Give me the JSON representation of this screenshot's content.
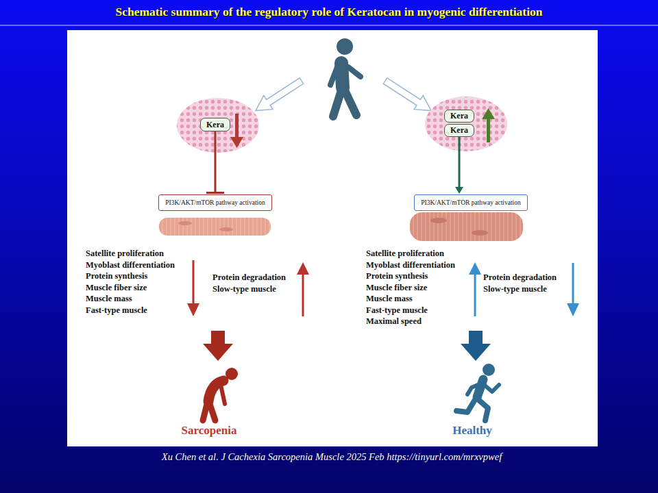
{
  "diagram": {
    "title": "Schematic summary of the regulatory role of Keratocan in myogenic differentiation",
    "caption": "Xu Chen et al. J Cachexia Sarcopenia Muscle 2025 Feb https://tinyurl.com/mrxvpwef",
    "nodes": [
      {
        "text": [
          "Kera"
        ]
      },
      {
        "text": [
          "Kera"
        ]
      },
      {
        "text": [
          "Kera"
        ]
      },
      {
        "text": [
          "PI3K/AKT/mTOR pathway activation"
        ]
      },
      {
        "text": [
          "PI3K/AKT/mTOR pathway activation"
        ]
      }
    ],
    "edges": [
      {
        "from": 0,
        "to": 3,
        "arrow": "to"
      },
      {
        "from": 2,
        "to": 4,
        "arrow": "to"
      }
    ],
    "labels": [
      "Satellite proliferation",
      "Myoblast differentiation",
      "Protein synthesis",
      "Muscle fiber size",
      "Muscle mass",
      "Fast-type muscle",
      "Protein degradation",
      "Slow-type muscle",
      "Sarcopenia",
      "Satellite proliferation",
      "Myoblast differentiation",
      "Protein synthesis",
      "Muscle fiber size",
      "Muscle mass",
      "Fast-type muscle",
      "Maximal speed",
      "Protein degradation",
      "Slow-type muscle",
      "Healthy"
    ]
  }
}
